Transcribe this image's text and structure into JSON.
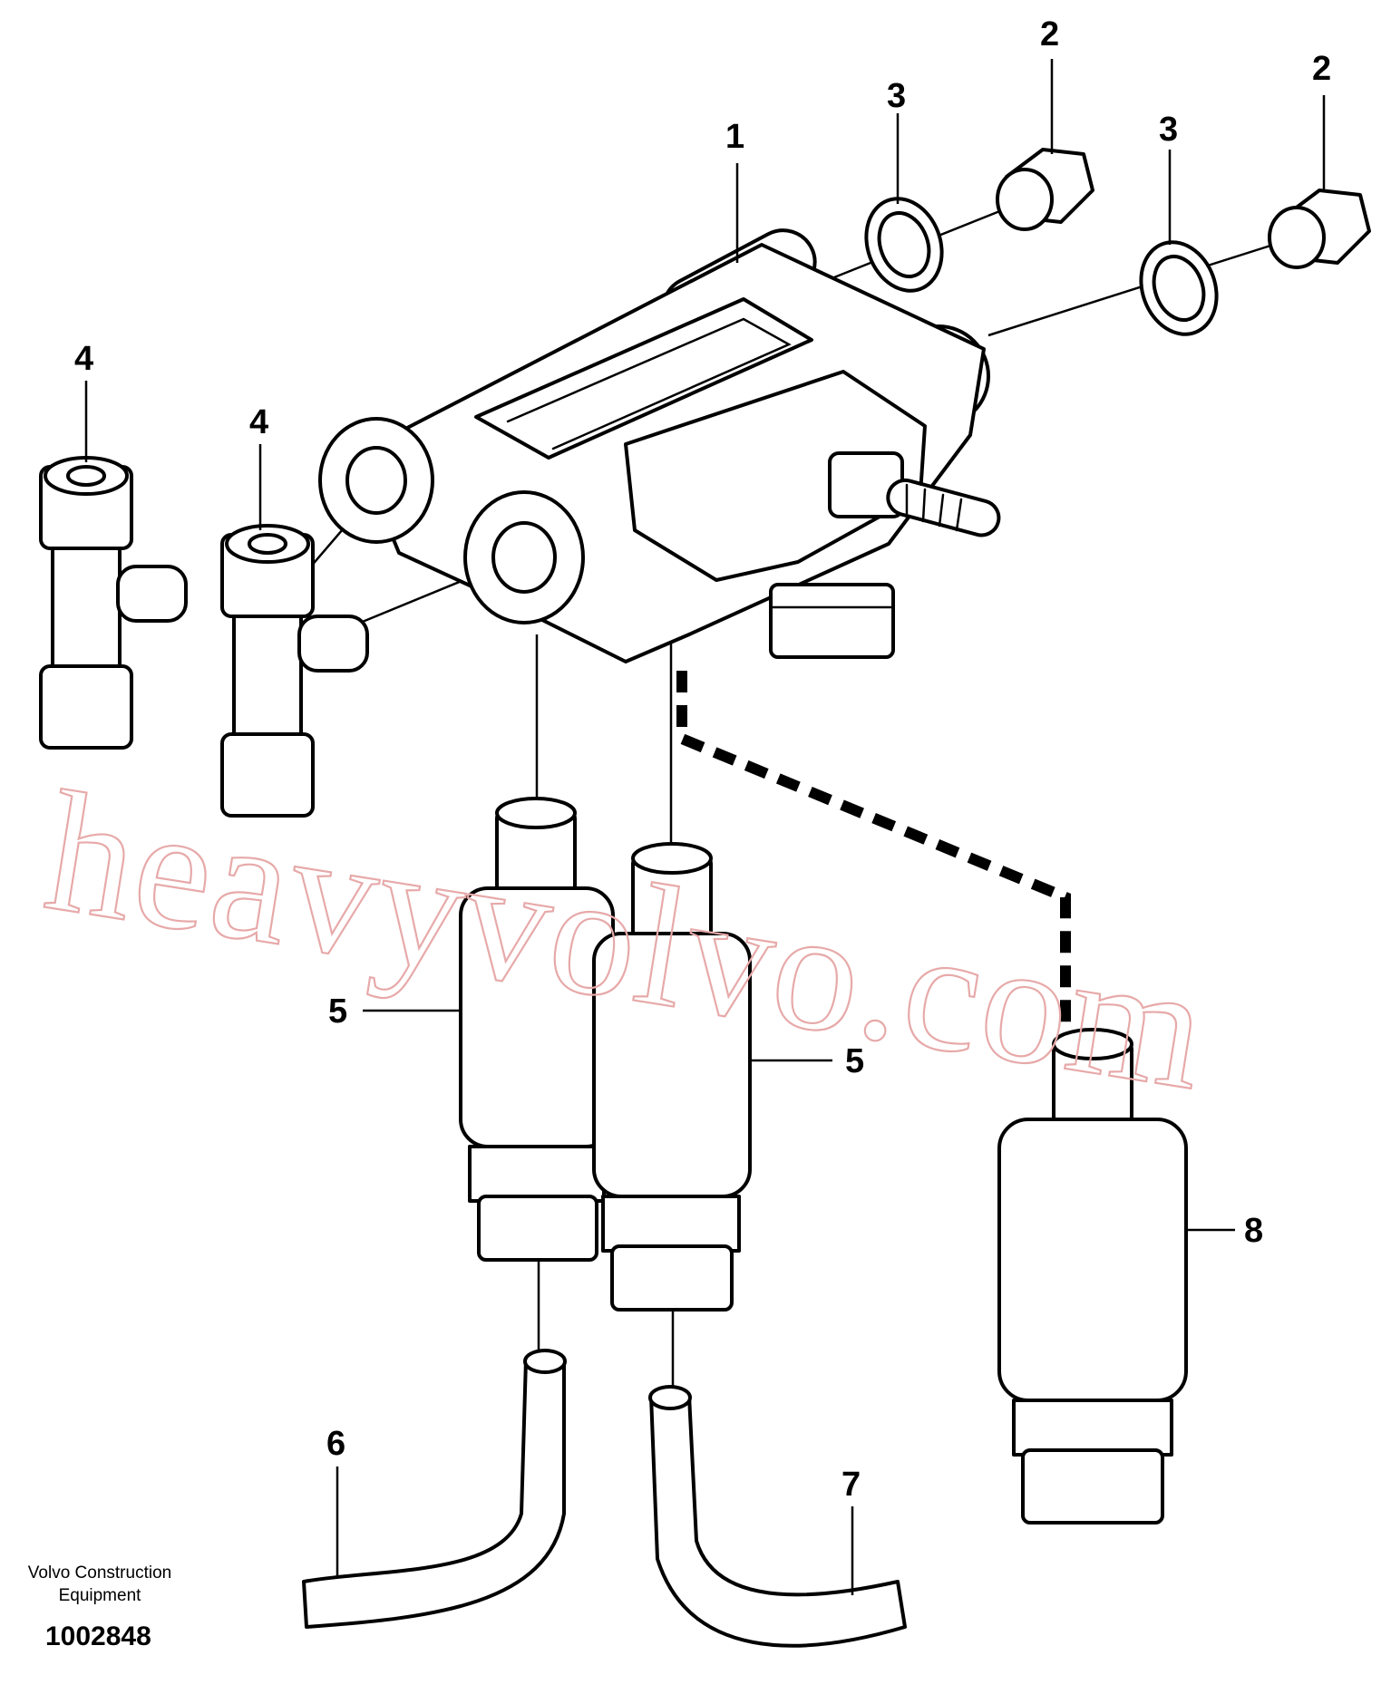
{
  "callouts": [
    "1",
    "2",
    "2",
    "3",
    "3",
    "4",
    "4",
    "5",
    "5",
    "6",
    "7",
    "8"
  ],
  "watermark": "heavyvolvo.com",
  "watermark_color": "#e7a9a9",
  "footer": {
    "brand_line1": "Volvo Construction",
    "brand_line2": "Equipment",
    "drawing_number": "1002848"
  }
}
